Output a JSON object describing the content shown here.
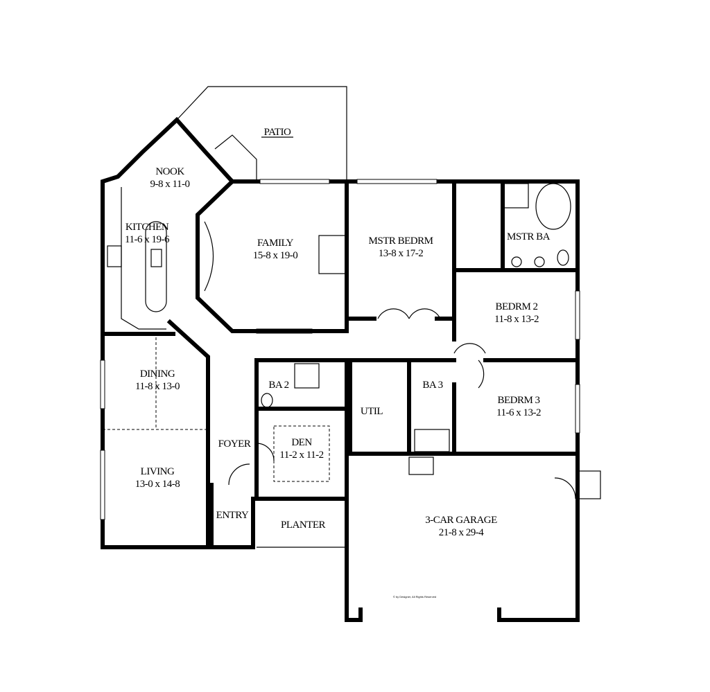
{
  "plan": {
    "copyright": "© by Designer, All Rights Reserved",
    "rooms": [
      {
        "name": "PATIO",
        "size": ""
      },
      {
        "name": "NOOK",
        "size": "9-8 x 11-0"
      },
      {
        "name": "KITCHEN",
        "size": "11-6 x 19-6"
      },
      {
        "name": "FAMILY",
        "size": "15-8 x 19-0"
      },
      {
        "name": "MSTR BEDRM",
        "size": "13-8 x 17-2"
      },
      {
        "name": "MSTR BA",
        "size": ""
      },
      {
        "name": "BEDRM 2",
        "size": "11-8 x 13-2"
      },
      {
        "name": "DINING",
        "size": "11-8 x 13-0"
      },
      {
        "name": "BA 2",
        "size": ""
      },
      {
        "name": "UTIL",
        "size": ""
      },
      {
        "name": "BA 3",
        "size": ""
      },
      {
        "name": "BEDRM 3",
        "size": "11-6 x 13-2"
      },
      {
        "name": "FOYER",
        "size": ""
      },
      {
        "name": "DEN",
        "size": "11-2 x 11-2"
      },
      {
        "name": "LIVING",
        "size": "13-0 x 14-8"
      },
      {
        "name": "ENTRY",
        "size": ""
      },
      {
        "name": "PLANTER",
        "size": ""
      },
      {
        "name": "3-CAR GARAGE",
        "size": "21-8 x 29-4"
      }
    ]
  }
}
